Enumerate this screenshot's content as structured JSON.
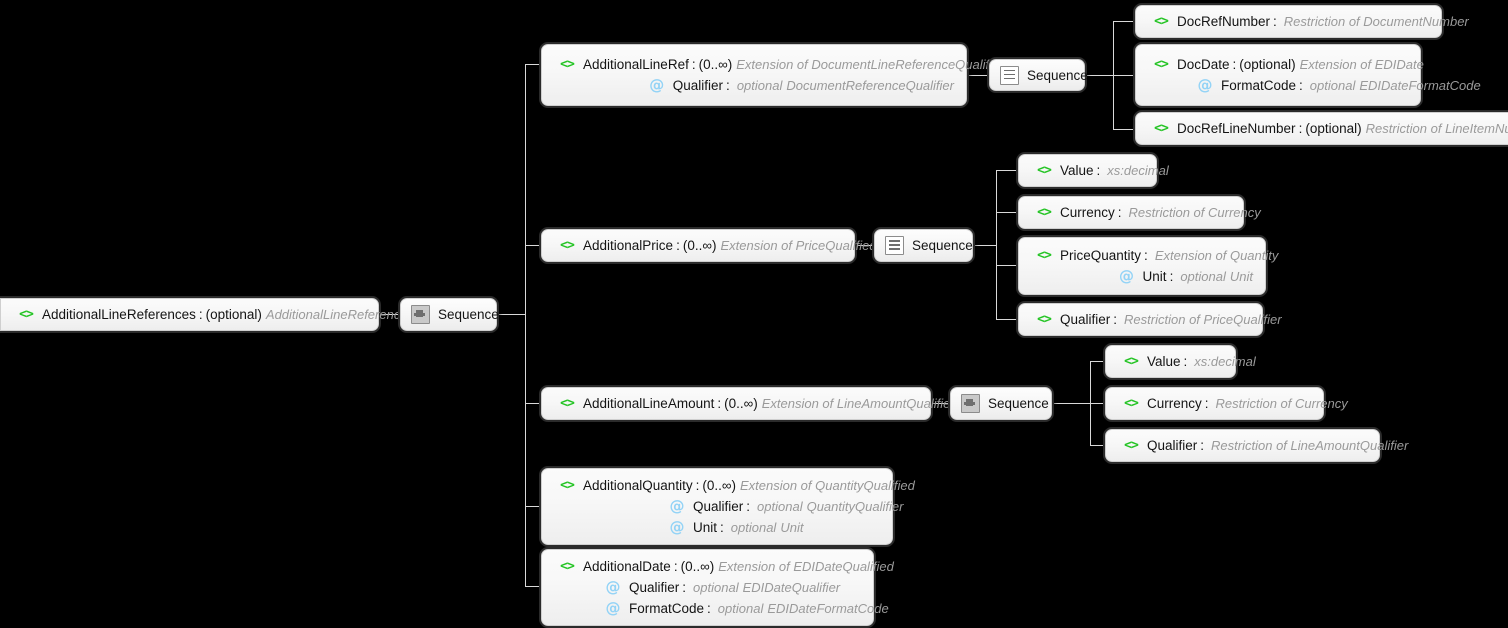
{
  "diagram": {
    "type": "xsd-schema-tree",
    "background": "#000000",
    "colors": {
      "element_icon": "#24c424",
      "attribute_icon": "#93d3f6",
      "node_fill": "#f7f7f7",
      "node_border": "#2b2b2b",
      "connector": "#d9d9d9",
      "type_text": "#9a9a9a",
      "name_text": "#141414"
    },
    "icons": {
      "element": "<>",
      "attribute": "@",
      "sequence": "sequence-icon"
    },
    "labels": {
      "sequence": "Sequence",
      "optional_cardinality": "(optional)",
      "unbounded_cardinality": "(0..∞)",
      "optional_use": "optional",
      "colon": ":"
    },
    "root": {
      "name": "AdditionalLineReferences",
      "cardinality": "(optional)",
      "type": "AdditionalLineReferences"
    },
    "root_sequence": {
      "label": "Sequence",
      "icon_state": "selected"
    },
    "children": [
      {
        "name": "AdditionalLineRef",
        "cardinality": "(0..∞)",
        "type": "Extension of DocumentLineReferenceQualified",
        "attributes": [
          {
            "name": "Qualifier",
            "use": "optional",
            "type": "DocumentReferenceQualifier"
          }
        ],
        "sequence": {
          "label": "Sequence",
          "icon_state": "normal"
        },
        "sub_children": [
          {
            "name": "DocRefNumber",
            "cardinality": "",
            "type": "Restriction of DocumentNumber",
            "attributes": []
          },
          {
            "name": "DocDate",
            "cardinality": "(optional)",
            "type": "Extension of EDIDate",
            "attributes": [
              {
                "name": "FormatCode",
                "use": "optional",
                "type": "EDIDateFormatCode"
              }
            ]
          },
          {
            "name": "DocRefLineNumber",
            "cardinality": "(optional)",
            "type": "Restriction of LineItemNumber",
            "attributes": []
          }
        ]
      },
      {
        "name": "AdditionalPrice",
        "cardinality": "(0..∞)",
        "type": "Extension of PriceQualified",
        "attributes": [],
        "sequence": {
          "label": "Sequence",
          "icon_state": "normal"
        },
        "sub_children": [
          {
            "name": "Value",
            "cardinality": "",
            "type": "xs:decimal",
            "attributes": []
          },
          {
            "name": "Currency",
            "cardinality": "",
            "type": "Restriction of Currency",
            "attributes": []
          },
          {
            "name": "PriceQuantity",
            "cardinality": "",
            "type": "Extension of Quantity",
            "attributes": [
              {
                "name": "Unit",
                "use": "optional",
                "type": "Unit"
              }
            ]
          },
          {
            "name": "Qualifier",
            "cardinality": "",
            "type": "Restriction of PriceQualifier",
            "attributes": []
          }
        ]
      },
      {
        "name": "AdditionalLineAmount",
        "cardinality": "(0..∞)",
        "type": "Extension of LineAmountQualified",
        "attributes": [],
        "sequence": {
          "label": "Sequence",
          "icon_state": "selected"
        },
        "sub_children": [
          {
            "name": "Value",
            "cardinality": "",
            "type": "xs:decimal",
            "attributes": []
          },
          {
            "name": "Currency",
            "cardinality": "",
            "type": "Restriction of Currency",
            "attributes": []
          },
          {
            "name": "Qualifier",
            "cardinality": "",
            "type": "Restriction of LineAmountQualifier",
            "attributes": []
          }
        ]
      },
      {
        "name": "AdditionalQuantity",
        "cardinality": "(0..∞)",
        "type": "Extension of QuantityQualified",
        "attributes": [
          {
            "name": "Qualifier",
            "use": "optional",
            "type": "QuantityQualifier"
          },
          {
            "name": "Unit",
            "use": "optional",
            "type": "Unit"
          }
        ],
        "sequence": null,
        "sub_children": []
      },
      {
        "name": "AdditionalDate",
        "cardinality": "(0..∞)",
        "type": "Extension of EDIDateQualified",
        "attributes": [
          {
            "name": "Qualifier",
            "use": "optional",
            "type": "EDIDateQualifier"
          },
          {
            "name": "FormatCode",
            "use": "optional",
            "type": "EDIDateFormatCode"
          }
        ],
        "sequence": null,
        "sub_children": []
      }
    ]
  }
}
